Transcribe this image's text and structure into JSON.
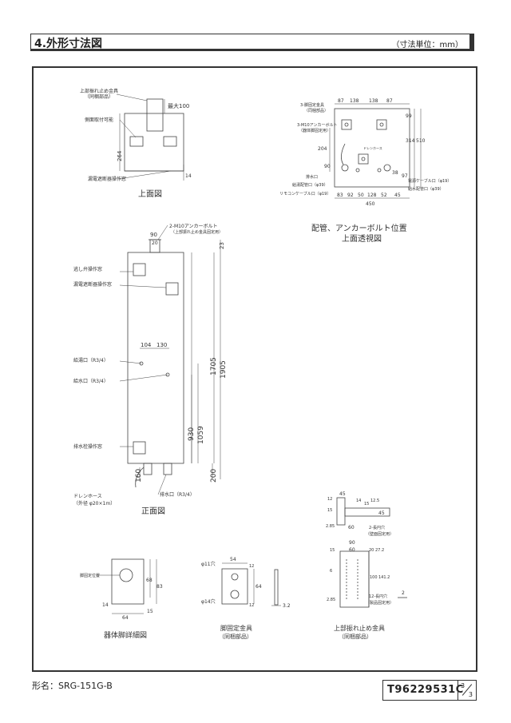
{
  "header": {
    "title": "4.外形寸法図",
    "unit": "（寸法単位：mm）"
  },
  "top_view": {
    "caption": "上面図",
    "label_kanagu": "上部振れ止め金具",
    "label_kanagu_sub": "（同梱部品）",
    "label_side": "側面取付可能",
    "label_breaker": "漏電遮断器操作窓",
    "dim_max": "最大100",
    "dim_264": "264",
    "dim_14": "14"
  },
  "piping_view": {
    "caption_line1": "配管、アンカーボルト位置",
    "caption_line2": "上面透視図",
    "label_leg": "3-脚固定金具",
    "label_leg_sub": "（同梱部品）",
    "label_anchor": "3-M10アンカーボルト",
    "label_anchor_sub": "（器体脚固定用）",
    "label_drain": "排水口",
    "label_hot": "給湯配管口（φ39）",
    "label_remote": "リモコンケーブル口（φ19）",
    "label_power": "電源ケーブル口（φ19）",
    "label_water": "給水配管口（φ39）",
    "label_flex": "ドレンホース",
    "top_dims": [
      "87",
      "138",
      "138",
      "87"
    ],
    "bottom_dims": [
      "83",
      "92",
      "50",
      "128",
      "52",
      "45"
    ],
    "width": "450",
    "side_dims": [
      "99",
      "314",
      "510",
      "204",
      "90",
      "38",
      "97"
    ]
  },
  "front_view": {
    "caption": "正面図",
    "label_anchor": "2-M10アンカーボルト",
    "label_anchor_sub": "（上部振れ止め金具固定用）",
    "label_valve": "逃し弁操作窓",
    "label_breaker": "漏電遮断器操作窓",
    "label_hot": "給湯口（R3/4）",
    "label_water": "給水口（R3/4）",
    "label_drain_valve": "排水栓操作窓",
    "label_hose": "ドレンホース",
    "label_hose_sub": "（外径 φ20×1m）",
    "label_drain": "排水口（R3/4）",
    "dims": [
      "90",
      "20",
      "23",
      "104",
      "130",
      "1705",
      "1905",
      "930",
      "1059",
      "200",
      "160"
    ]
  },
  "foot_detail": {
    "caption": "器体脚詳細図",
    "label": "脚固定位置",
    "dims": [
      "68",
      "83",
      "14",
      "64",
      "15"
    ]
  },
  "leg_fixture": {
    "caption": "脚固定金具",
    "caption_sub": "（同梱部品）",
    "hole_top": "φ11穴",
    "hole_bottom": "φ14穴",
    "dims": [
      "54",
      "12",
      "64",
      "12",
      "3.2"
    ]
  },
  "upper_fixture": {
    "caption": "上部振れ止め金具",
    "caption_sub": "（同梱部品）",
    "label_slot2": "2-長円穴",
    "label_slot2_sub": "（壁面固定用）",
    "label_slot12": "12-長円穴",
    "label_slot12_sub": "（製品固定用）",
    "dims_top": [
      "45",
      "12",
      "15",
      "2.85",
      "60",
      "14",
      "12.5",
      "15",
      "45"
    ],
    "dims_bottom": [
      "90",
      "60",
      "15",
      "6",
      "20",
      "27.2",
      "100",
      "141.2",
      "2.85",
      "2"
    ]
  },
  "footer": {
    "model": "形名：SRG-151G-B",
    "doc_no": "T96229531C",
    "page_num": "3",
    "page_den": "3"
  }
}
